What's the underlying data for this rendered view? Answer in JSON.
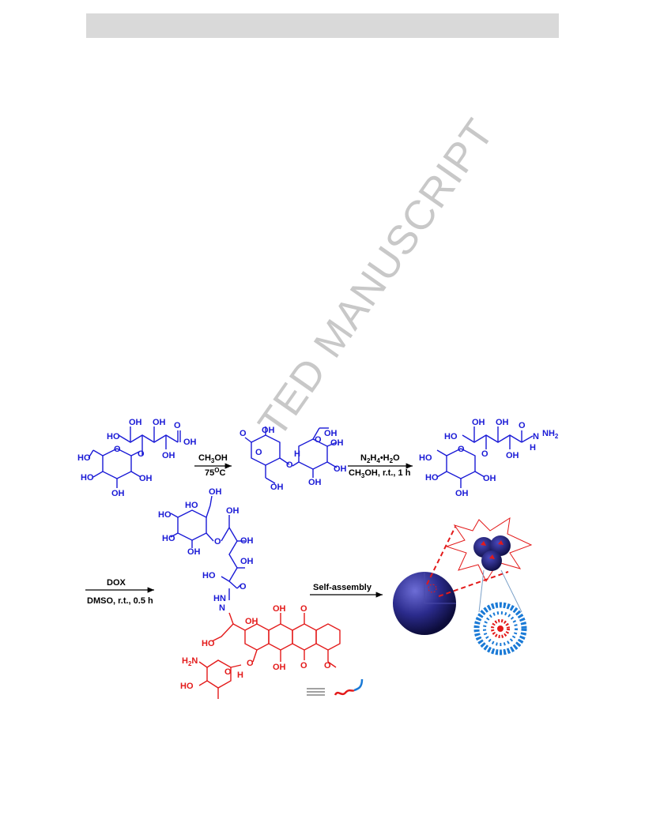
{
  "watermark": "ACCEPTED MANUSCRIPT",
  "watermark_visible": "TED MANUSCRIPT",
  "scheme": {
    "step1": {
      "reagent": "CH3OH",
      "condition": "75oC"
    },
    "step2": {
      "reagent": "N2H4•H2O",
      "condition": "CH3OH, r.t., 1 h"
    },
    "step3": {
      "reagent": "DOX",
      "condition": "DMSO, r.t., 0.5 h"
    },
    "step4": {
      "reagent": "Self-assembly"
    }
  },
  "colors": {
    "sugar": "#1a1ad6",
    "drug": "#e31a1a",
    "header": "#d9d9d9"
  }
}
